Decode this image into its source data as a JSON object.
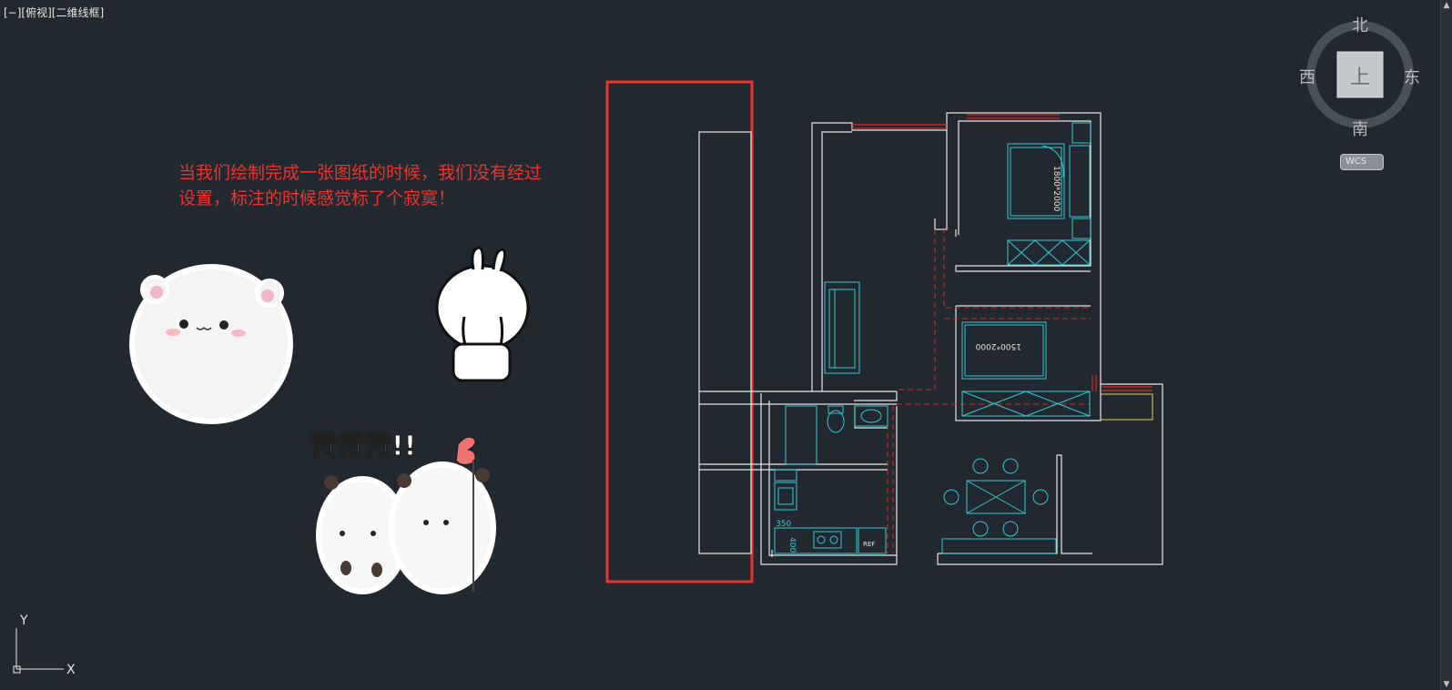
{
  "viewport": {
    "label": "[−][俯视][二维线框]"
  },
  "caption": {
    "line1": "当我们绘制完成一张图纸的时候，我们没有经过",
    "line2": "设置，标注的时候感觉标了个寂寞！"
  },
  "viewcube": {
    "north": "北",
    "south": "南",
    "east": "东",
    "west": "西",
    "face": "上",
    "wcs": "WCS"
  },
  "ucs": {
    "y_label": "Y",
    "x_label": "X"
  },
  "stickers": {
    "praise_text": "赞赞赞!!"
  },
  "plan_labels": {
    "bed_master": "1800*2000",
    "bed_second": "1500*2000",
    "dim_350": "350",
    "dim_400": "400",
    "fridge": "REF"
  },
  "colors": {
    "background": "#212830",
    "wall": "#e6e6e6",
    "furniture": "#36c8cf",
    "window": "#d22b2b",
    "highlight": "#e8352d",
    "accent_yellow": "#e6d23a"
  }
}
